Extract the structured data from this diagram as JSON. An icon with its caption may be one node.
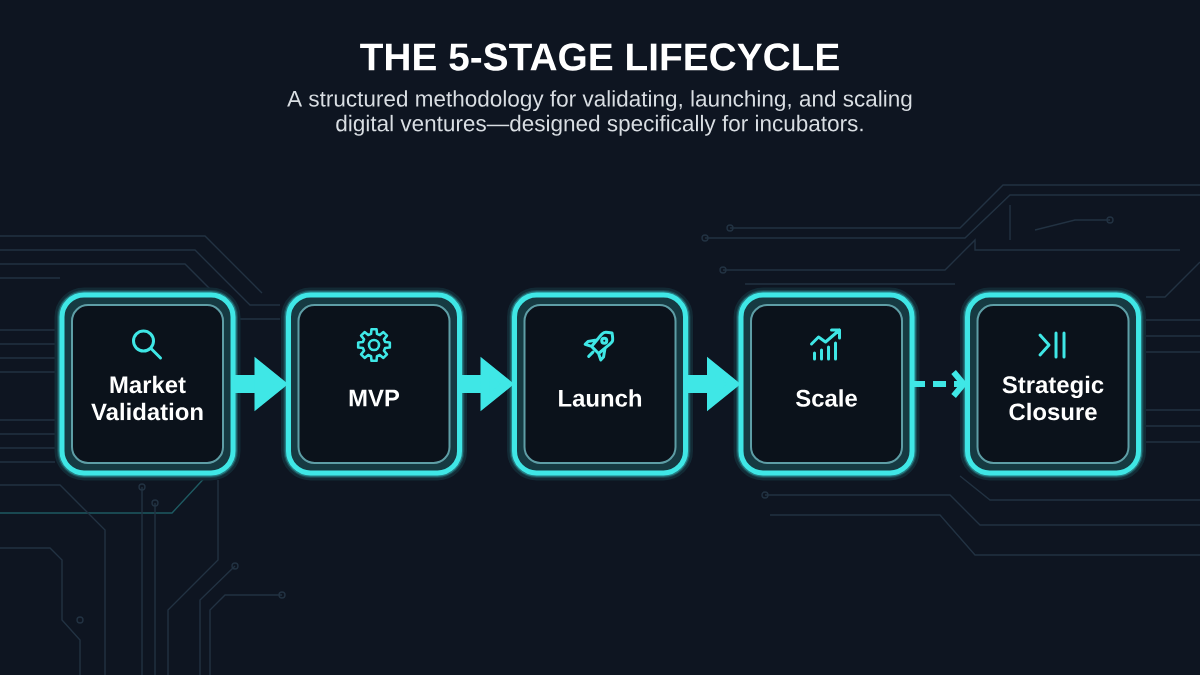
{
  "diagram": {
    "title": "THE 5-STAGE LIFECYCLE",
    "nodes": [
      {
        "text": [
          "Market Validation"
        ]
      },
      {
        "text": [
          "MVP"
        ]
      },
      {
        "text": [
          "Launch"
        ]
      },
      {
        "text": [
          "Scale"
        ]
      },
      {
        "text": [
          "Strategic Closure"
        ]
      }
    ],
    "edges": [
      {
        "from": 0,
        "to": 1,
        "arrow": "to"
      },
      {
        "from": 1,
        "to": 2,
        "arrow": "to"
      },
      {
        "from": 2,
        "to": 3,
        "arrow": "to"
      },
      {
        "from": 3,
        "to": 4,
        "arrow": "to",
        "style": "dashed"
      }
    ],
    "labels": [
      "A structured methodology for validating, launching, and scaling digital ventures—designed specifically for incubators."
    ]
  }
}
